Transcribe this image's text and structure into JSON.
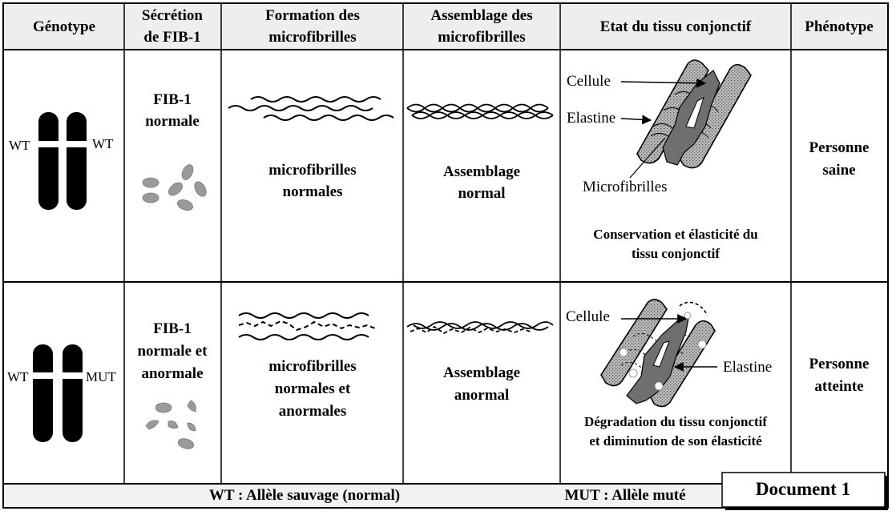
{
  "headers": {
    "genotype": "Génotype",
    "secretion": [
      "Sécrétion",
      "de FIB-1"
    ],
    "formation": [
      "Formation des",
      "microfibrilles"
    ],
    "assemblage": [
      "Assemblage des",
      "microfibrilles"
    ],
    "etat": "Etat du tissu conjonctif",
    "phenotype": "Phénotype"
  },
  "rows": [
    {
      "genotype_labels": [
        "WT",
        "WT"
      ],
      "secretion": [
        "FIB-1",
        "normale"
      ],
      "formation": [
        "microfibrilles",
        "normales"
      ],
      "assemblage": [
        "Assemblage",
        "normal"
      ],
      "tissue_labels": {
        "cell": "Cellule",
        "elastin": "Elastine",
        "microfibrils": "Microfibrilles"
      },
      "tissue_state": [
        "Conservation et élasticité du",
        "tissu conjonctif"
      ],
      "phenotype": [
        "Personne",
        "saine"
      ]
    },
    {
      "genotype_labels": [
        "WT",
        "MUT"
      ],
      "secretion": [
        "FIB-1",
        "normale et",
        "anormale"
      ],
      "formation": [
        "microfibrilles",
        "normales et",
        "anormales"
      ],
      "assemblage": [
        "Assemblage",
        "anormal"
      ],
      "tissue_labels": {
        "cell": "Cellule",
        "elastin": "Elastine"
      },
      "tissue_state": [
        "Dégradation du tissu conjonctif",
        "et diminution de son élasticité"
      ],
      "phenotype": [
        "Personne",
        "atteinte"
      ]
    }
  ],
  "footer": {
    "wt": "WT : Allèle sauvage (normal)",
    "mut": "MUT : Allèle muté",
    "document": "Document 1"
  },
  "colors": {
    "header_bg": "#eeeeee",
    "chromosome": "#000000",
    "protein": "#9a9a9a",
    "cell": "#6f6f6f",
    "elastin_fill": "#cfcfcf",
    "footer_bg": "#f2f2f2"
  }
}
